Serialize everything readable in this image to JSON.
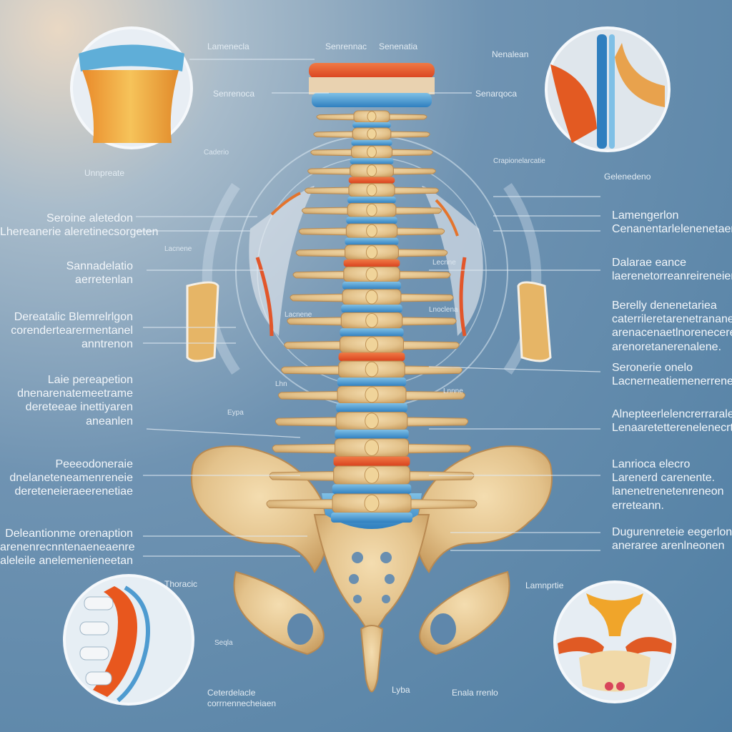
{
  "labels": {
    "top_center_1": "Lamenecla",
    "top_center_2": "Senrennac",
    "top_center_3": "Senenatia",
    "top_left_sub": "Senrenoca",
    "top_right": "Nenalean",
    "top_right_sub": "Senarqoca",
    "left_upper": "Unnpreate",
    "center_left_small": "Caderio",
    "center_right_small": "Crapionelarcatie",
    "right_upper": "Gelenedeno",
    "left_tiny_1": "Lacnene",
    "left_tiny_2": "Lacnene",
    "left_tiny_3": "Lhn",
    "left_tiny_4": "Eypa",
    "right_tiny_1": "Lecnne",
    "right_tiny_2": "Lnoclena",
    "right_tiny_3": "Lnnne",
    "bottom_left_thoracic": "Thoracic",
    "bottom_left_seqla": "Seqla",
    "bottom_left_caption_1": "Ceterdelacle",
    "bottom_left_caption_2": "corrnennecheiaen",
    "bottom_right_lumb": "Lamnprtie",
    "bottom_center_lyba": "Lyba",
    "bottom_center_enala": "Enala rrenlo"
  },
  "left_callouts": [
    {
      "title": "Seroine aletedon",
      "text": "Lhereanerie aleretinecsorgeten"
    },
    {
      "title": "Sannadelatio",
      "text": "aerretenlan"
    },
    {
      "title": "Dereatalic Blemrelrlgon",
      "text": "corendertearermentanel",
      "text2": "anntrenon"
    },
    {
      "title": "Laie pereapetion",
      "text": "dnenarenatemeetrame",
      "text2": "dereteeae inettiyaren",
      "text3": "aneanlen"
    },
    {
      "title": "Peeeodoneraie",
      "text": "dnelaneteneamenreneie",
      "text2": "dereteneieraeerenetiae"
    },
    {
      "title": "Deleantionme orenaption",
      "text": "arenenrecnntenaeneaenre",
      "text2": "aleleile anelemenieneetan"
    }
  ],
  "right_callouts": [
    {
      "title": "Lamengerlon",
      "text": "Cenanentarlelenenetaentre"
    },
    {
      "title": "Dalarae eance",
      "text": "laerenetorreanreireneien"
    },
    {
      "title": "Berelly denenetariea",
      "text": "caterrileretarenetranane",
      "text2": "arenacenaetlnoreneceren",
      "text3": "arenoretanerenalene."
    },
    {
      "title": "Seronerie onelo",
      "text": "Lacnerneatiemenerrenenten"
    },
    {
      "title": "Alnepteerlelencrerrarale",
      "text": "Lenaaretetterenelenecrteel"
    },
    {
      "title": "Lanrioca elecro",
      "text": "Larenerd carenente.",
      "text2": "lanenetrenetenreneon",
      "text3": "erreteann."
    },
    {
      "title": "Dugurenreteie eegerlon",
      "text": "aneraree arenlneonen"
    }
  ]
}
